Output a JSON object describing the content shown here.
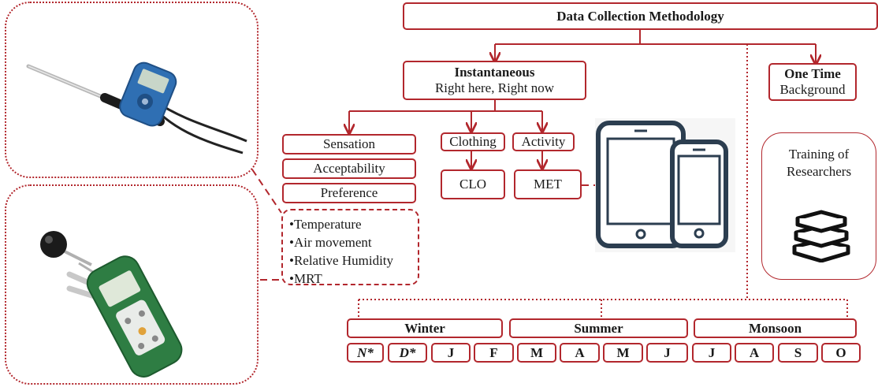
{
  "title": "Data Collection Methodology",
  "instantaneous": {
    "heading": "Instantaneous",
    "subheading": "Right here, Right now"
  },
  "one_time": {
    "heading": "One Time",
    "subheading": "Background"
  },
  "survey_items": [
    "Sensation",
    "Acceptability",
    "Preference"
  ],
  "clothing": {
    "label": "Clothing",
    "result": "CLO"
  },
  "activity": {
    "label": "Activity",
    "result": "MET"
  },
  "measurements": [
    "Temperature",
    "Air movement",
    "Relative Humidity",
    "MRT"
  ],
  "training": {
    "line1": "Training of",
    "line2": "Researchers"
  },
  "seasons": [
    {
      "name": "Winter",
      "months": [
        "N*",
        "D*",
        "J",
        "F"
      ]
    },
    {
      "name": "Summer",
      "months": [
        "M",
        "A",
        "M",
        "J"
      ]
    },
    {
      "name": "Monsoon",
      "months": [
        "J",
        "A",
        "S",
        "O"
      ]
    }
  ],
  "icons": [
    "anemometer-icon",
    "heat-stress-meter-icon",
    "tablet-icon",
    "smartphone-icon",
    "books-icon"
  ],
  "colors": {
    "accent": "#b2272d",
    "meter_blue": "#2f6fb3",
    "meter_green": "#2e7d43"
  }
}
